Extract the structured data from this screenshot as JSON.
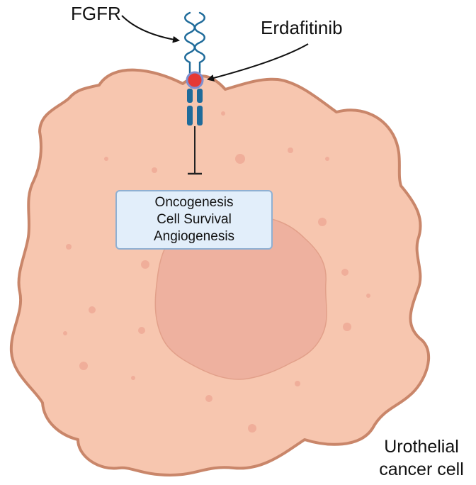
{
  "labels": {
    "receptor": "FGFR",
    "drug": "Erdafitinib",
    "cell_line1": "Urothelial",
    "cell_line2": "cancer cell"
  },
  "effects_box": {
    "items": [
      "Oncogenesis",
      "Cell Survival",
      "Angiogenesis"
    ]
  },
  "colors": {
    "cell_fill": "#f7c6af",
    "cell_outline": "#c9866a",
    "nucleus_fill": "#eeb19f",
    "vesicle": "#f0ae9a",
    "receptor": "#1f6b9a",
    "drug_dot": "#e53935",
    "drug_ring": "#7f8fd0",
    "box_fill": "#e2eefa",
    "box_border": "#8fb0d3"
  }
}
